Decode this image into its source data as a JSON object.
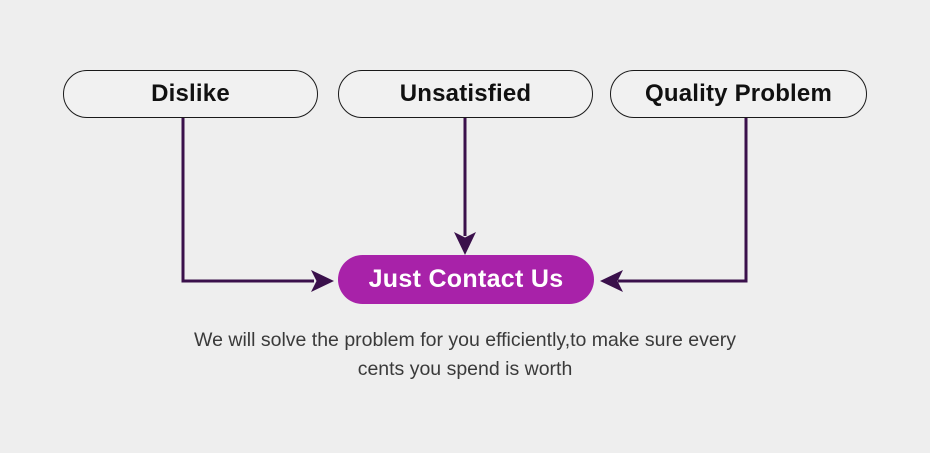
{
  "diagram": {
    "nodes": [
      {
        "id": "dislike",
        "label": "Dislike"
      },
      {
        "id": "unsatisfied",
        "label": "Unsatisfied"
      },
      {
        "id": "quality-problem",
        "label": "Quality Problem"
      }
    ],
    "action_button": {
      "label": "Just Contact Us"
    },
    "description": {
      "line1": "We will solve the problem for you efficiently,to make sure every",
      "line2": "cents you spend is worth"
    },
    "colors": {
      "background": "#eeeeee",
      "node_fill": "#f1f1f1",
      "node_border": "#1a1a1a",
      "node_text": "#111111",
      "arrow": "#3a104b",
      "button_fill": "#a822a9",
      "button_text": "#ffffff",
      "description_text": "#3a3a3a"
    }
  }
}
